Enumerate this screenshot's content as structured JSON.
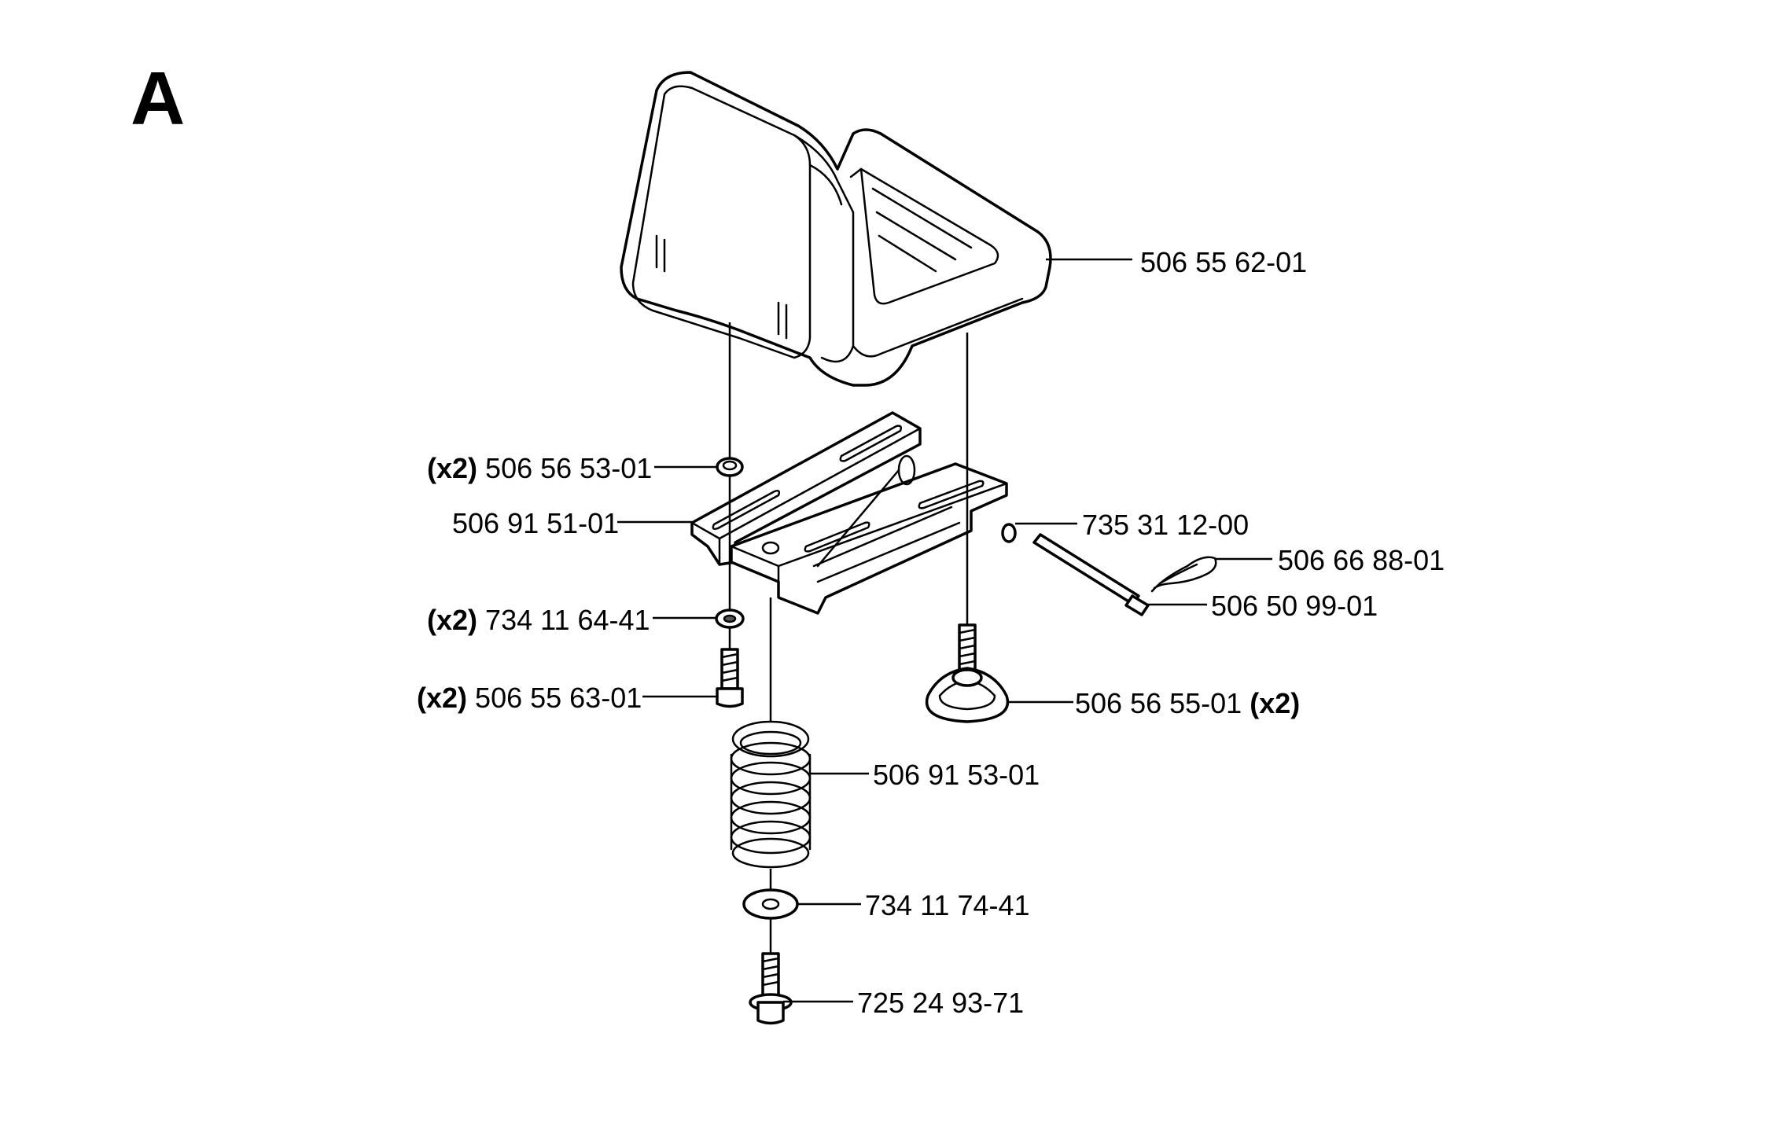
{
  "section_letter": "A",
  "labels": {
    "seat": {
      "number": "506 55 62-01"
    },
    "nut": {
      "qty": "(x2)",
      "number": "506 56 53-01"
    },
    "bracket": {
      "number": "506 91 51-01"
    },
    "washer_small": {
      "qty": "(x2)",
      "number": "734 11 64-41"
    },
    "bolt_short": {
      "qty": "(x2)",
      "number": "506 55 63-01"
    },
    "knob": {
      "number": "506 56 55-01",
      "qty": "(x2)"
    },
    "spring": {
      "number": "506 91 53-01"
    },
    "washer_large": {
      "number": "734 11 74-41"
    },
    "bolt_flange": {
      "number": "725 24 93-71"
    },
    "ring": {
      "number": "735 31 12-00"
    },
    "clip": {
      "number": "506 66 88-01"
    },
    "pin": {
      "number": "506 50 99-01"
    }
  }
}
